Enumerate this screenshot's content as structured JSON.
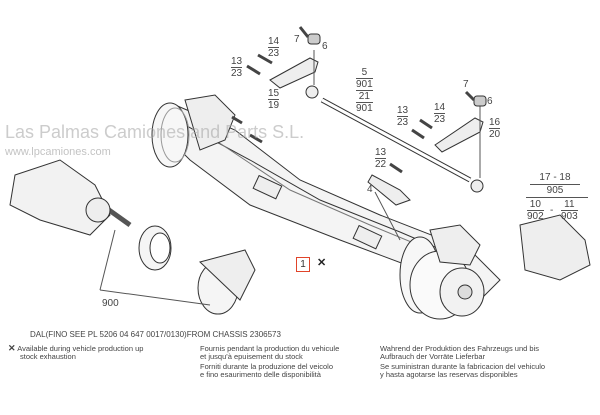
{
  "diagram": {
    "watermark": "Las Palmas Camiones and Parts S.L.",
    "watermark_url": "www.lpcamiones.com",
    "callouts": {
      "top_7": "7",
      "top_6": "6",
      "a_num": "14",
      "a_den": "23",
      "b_num": "13",
      "b_den": "23",
      "c_num": "15",
      "c_den": "19",
      "rod": [
        "5",
        "901",
        "21",
        "901"
      ],
      "right_7": "7",
      "right_6": "6",
      "d_num": "13",
      "d_den": "23",
      "e_num": "14",
      "e_den": "23",
      "f_num": "16",
      "f_den": "20",
      "g_num": "13",
      "g_den": "22",
      "four": "4",
      "h_top": "17 - 18",
      "h_mid": "905",
      "h_l_num": "10",
      "h_l_den": "902",
      "h_dash": "-",
      "h_r_num": "11",
      "h_r_den": "903",
      "hub": "900",
      "main_ref": "1",
      "main_ref_mark": "✕"
    }
  },
  "notes": {
    "chassis_line": "DAL(FINO SEE PL 5206 04 647 0017/0130)FROM CHASSIS 2306573",
    "mark": "✕",
    "en": [
      "Available during vehicle production up",
      "stock exhaustion"
    ],
    "fr": [
      "Fournis pendant la production du vehicule",
      "et jusqu'à epuisement du stock"
    ],
    "it": [
      "Forniti durante la produzione del veicolo",
      "e fino esaurimento delle disponibilità"
    ],
    "de": [
      "Wahrend der Produktion des Fahrzeugs und bis",
      "Aufbrauch der Vorräte Lieferbar"
    ],
    "es": [
      "Se suministran durante la fabricacion del vehiculo",
      "y hasta agotarse las reservas disponibles"
    ]
  }
}
